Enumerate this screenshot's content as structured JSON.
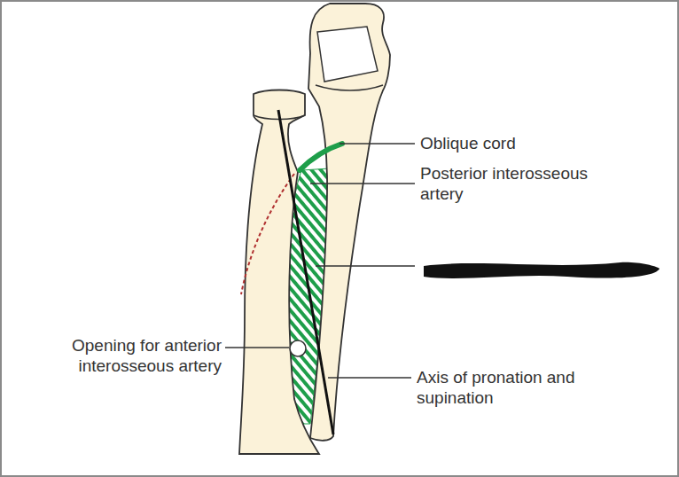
{
  "diagram": {
    "labels": [
      "Oblique cord",
      "Posterior interosseous artery",
      "Opening for anterior interosseous artery",
      "Axis of pronation and supination"
    ]
  }
}
